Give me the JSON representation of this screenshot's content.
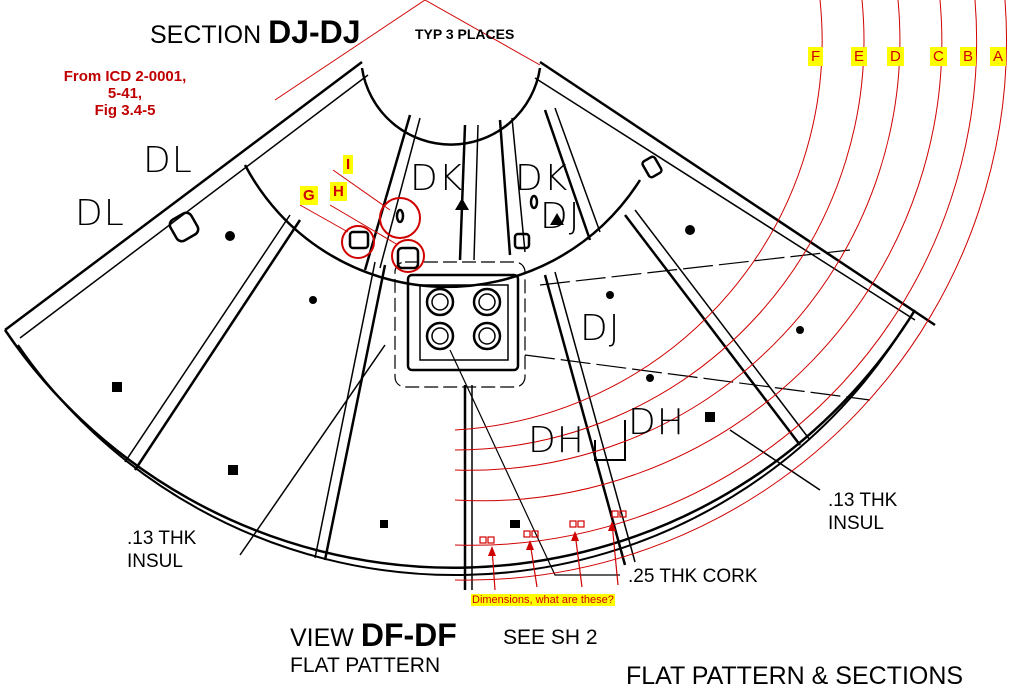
{
  "title": {
    "section_prefix": "SECTION",
    "section_id": "DJ-DJ",
    "typ": "TYP 3 PLACES"
  },
  "source_note": [
    "From ICD 2-0001,",
    "5-41,",
    "Fig 3.4-5"
  ],
  "view": {
    "prefix": "VIEW",
    "id": "DF-DF",
    "see": "SEE SH 2",
    "subtitle": "FLAT PATTERN"
  },
  "sheet_title": "FLAT PATTERN & SECTIONS",
  "callouts": {
    "insul_left": [
      ".13 THK",
      "INSUL"
    ],
    "insul_right": [
      ".13 THK",
      "INSUL"
    ],
    "cork": ".25 THK CORK",
    "question": "Dimensions, what are these?"
  },
  "section_marks": [
    "DL",
    "DL",
    "DK",
    "DK",
    "DJ",
    "DJ",
    "DH",
    "DH"
  ],
  "feature_tags": [
    "G",
    "H",
    "I"
  ],
  "ring_labels": [
    "F",
    "E",
    "D",
    "C",
    "B",
    "A"
  ],
  "colors": {
    "annotation": "#d00000",
    "highlight": "#ffff00",
    "line": "#000000"
  }
}
